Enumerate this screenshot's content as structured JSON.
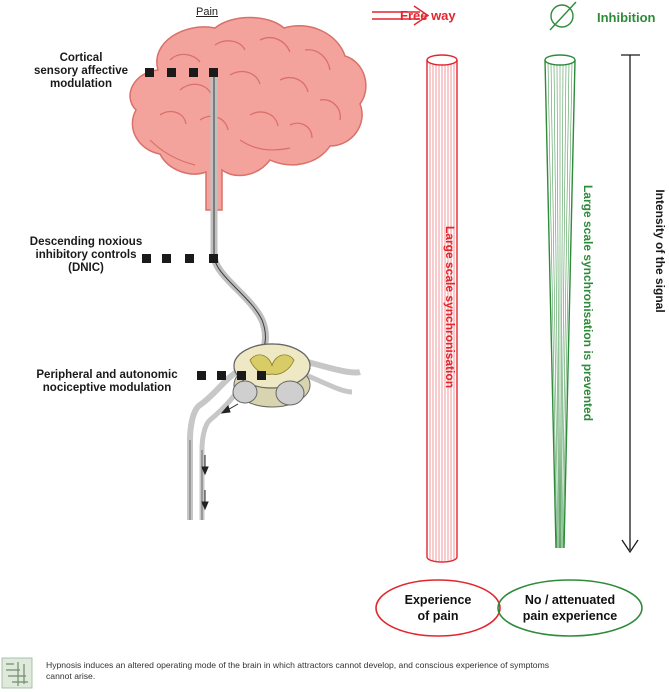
{
  "header": {
    "pain_title": "Pain",
    "legend_free_way": "Free way",
    "legend_inhibition": "Inhibition"
  },
  "labels": {
    "cortical": "Cortical sensory affective modulation",
    "cortical_l1": "Cortical",
    "cortical_l2": "sensory affective",
    "cortical_l3": "modulation",
    "dnic_l1": "Descending noxious",
    "dnic_l2": "inhibitory controls",
    "dnic_l3": "(DNIC)",
    "peripheral_l1": "Peripheral and autonomic",
    "peripheral_l2": "nociceptive modulation"
  },
  "columns": {
    "red_text": "Large scale synchronisation",
    "green_text": "Large scale synchronisation is prevented",
    "intensity_text": "Intensity of the signal"
  },
  "outcomes": {
    "red_l1": "Experience",
    "red_l2": "of pain",
    "green_l1": "No / attenuated",
    "green_l2": "pain experience"
  },
  "caption": {
    "l1": "Hypnosis induces an altered operating mode of the brain in which attractors cannot develop, and conscious experience of symptoms",
    "l2": "cannot arise."
  },
  "colors": {
    "red": "#e2262e",
    "green": "#2e8b3a",
    "brain": "#f4a39c"
  }
}
